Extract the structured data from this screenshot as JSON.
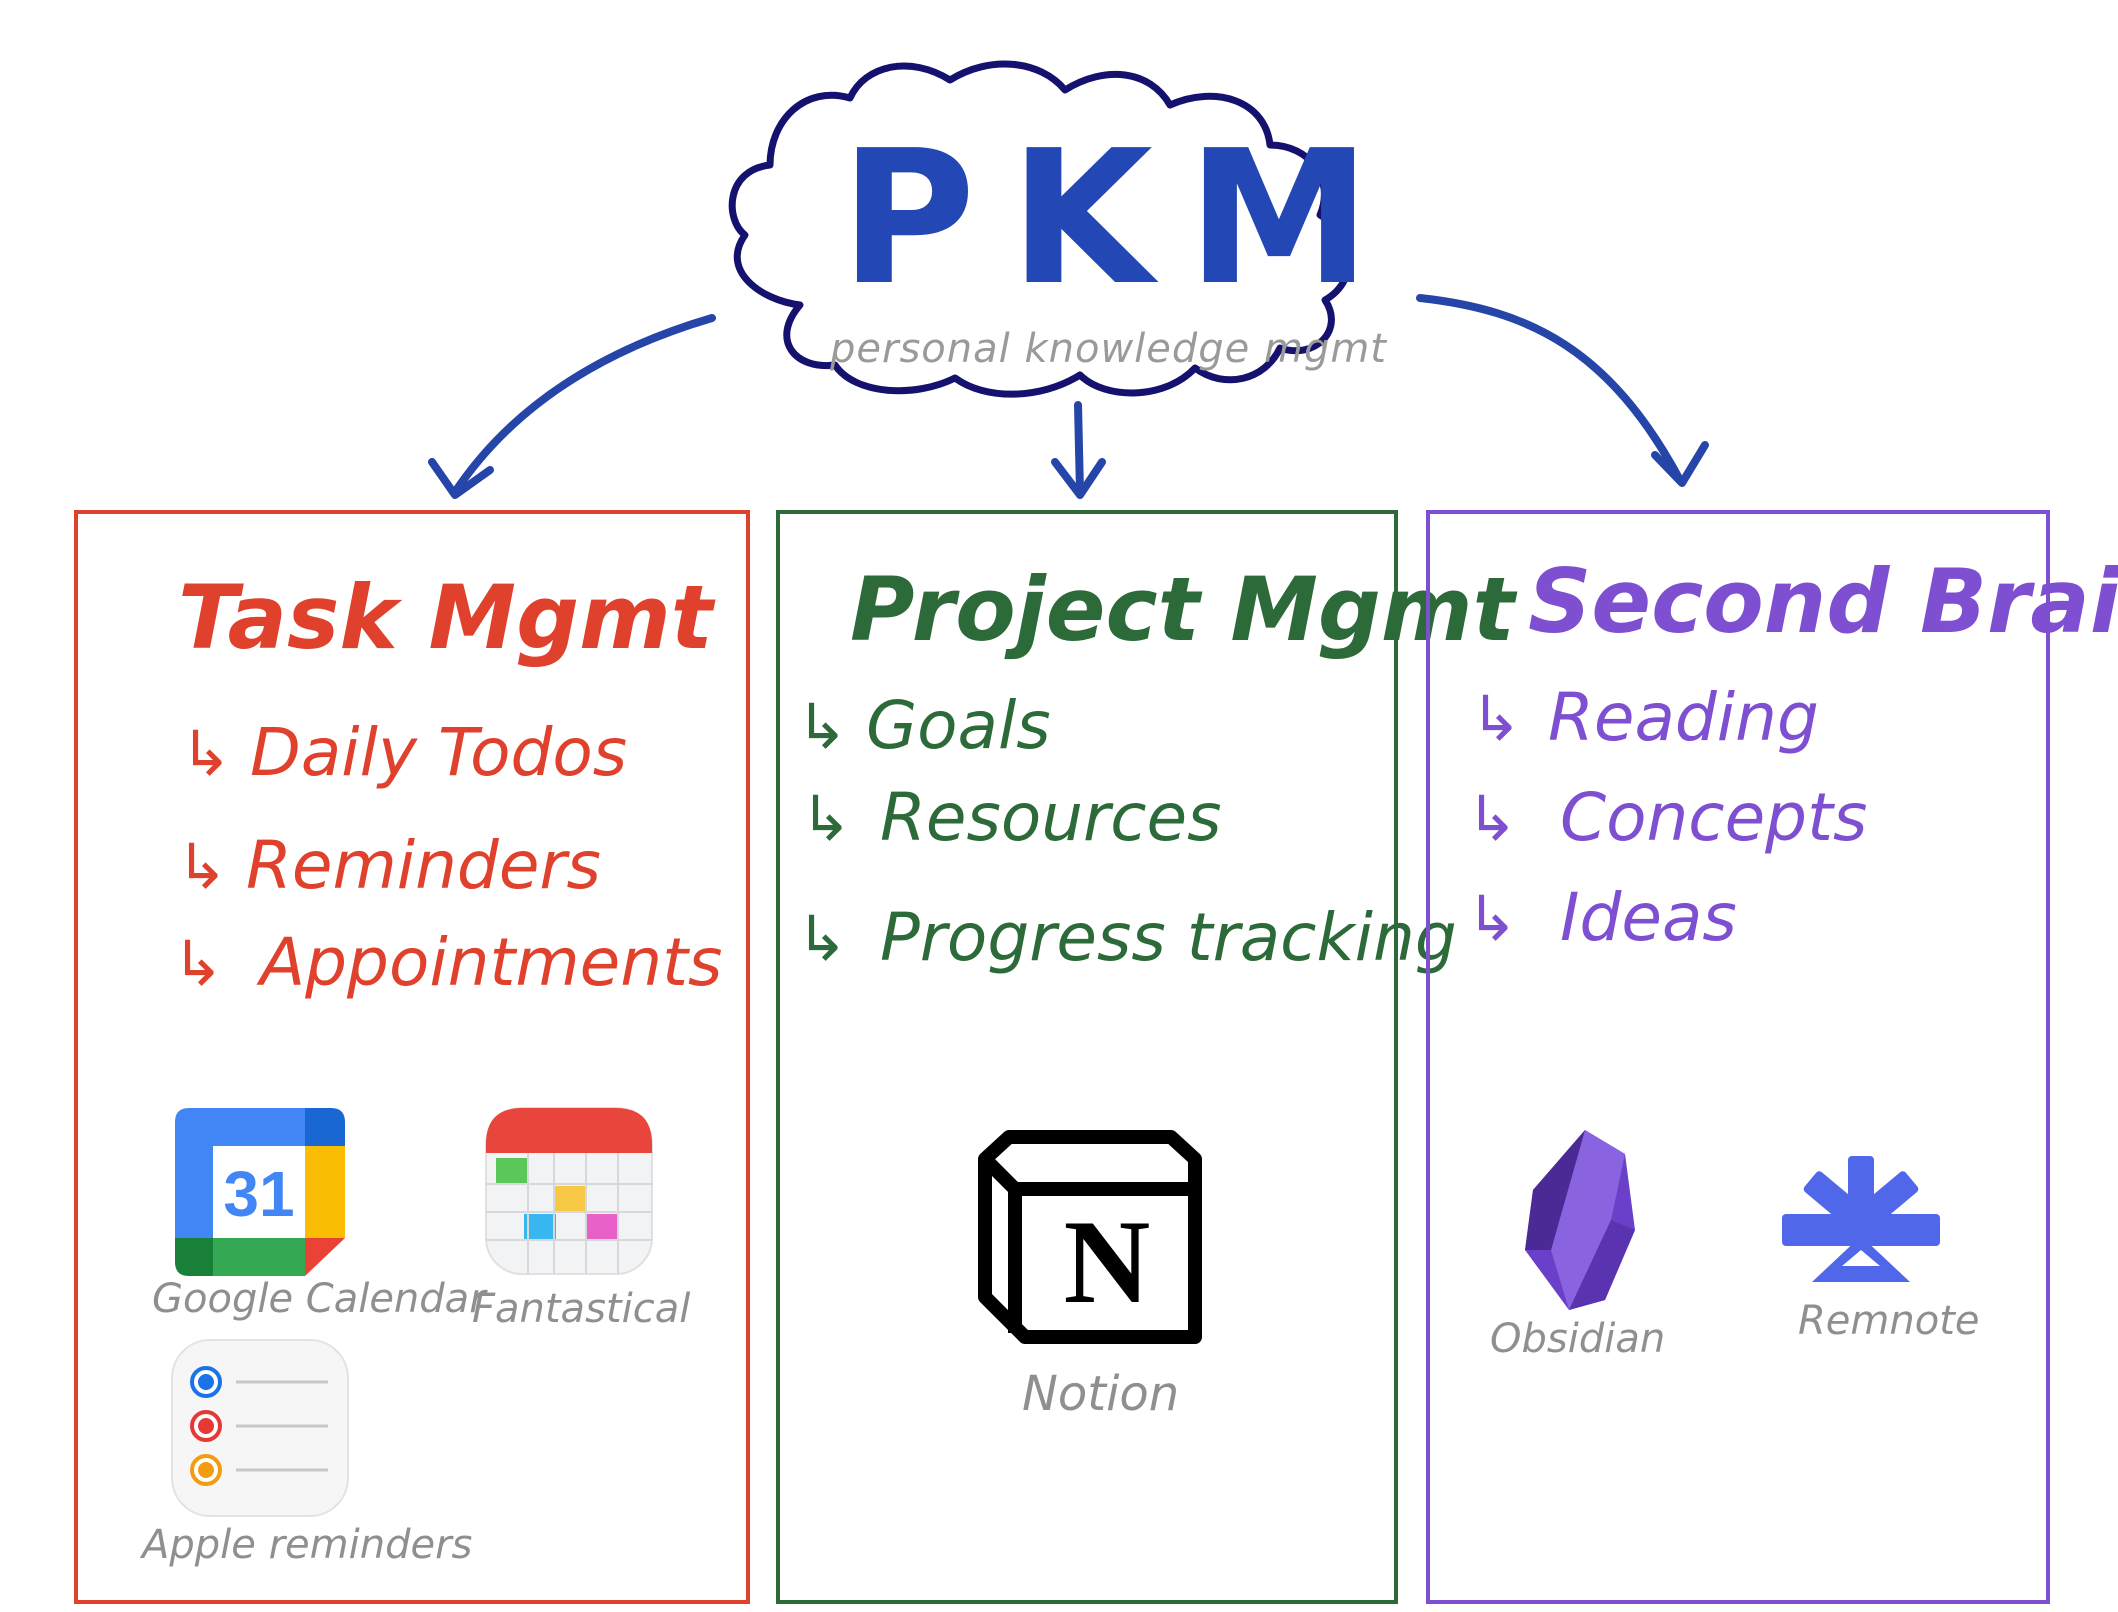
{
  "colors": {
    "cloud": "#15116e",
    "pkm": "#2348b5",
    "arrows": "#2545a8",
    "task": "#e0412c",
    "project": "#2d6a39",
    "brain": "#7e4fd1",
    "label": "#8f8f8f"
  },
  "center": {
    "title": "PKM",
    "subtitle": "personal knowledge mgmt"
  },
  "boxes": {
    "task": {
      "title": "Task Mgmt",
      "items": [
        "Daily Todos",
        "Reminders",
        "Appointments"
      ],
      "apps": [
        {
          "label": "Google Calendar",
          "icon": "google-calendar-icon",
          "day": "31"
        },
        {
          "label": "Fantastical",
          "icon": "fantastical-icon"
        },
        {
          "label": "Apple reminders",
          "icon": "apple-reminders-icon"
        }
      ]
    },
    "project": {
      "title": "Project Mgmt",
      "items": [
        "Goals",
        "Resources",
        "Progress tracking"
      ],
      "apps": [
        {
          "label": "Notion",
          "icon": "notion-icon",
          "glyph": "N"
        }
      ]
    },
    "brain": {
      "title": "Second Brain",
      "items": [
        "Reading",
        "Concepts",
        "Ideas"
      ],
      "apps": [
        {
          "label": "Obsidian",
          "icon": "obsidian-icon"
        },
        {
          "label": "Remnote",
          "icon": "remnote-icon"
        }
      ]
    }
  }
}
